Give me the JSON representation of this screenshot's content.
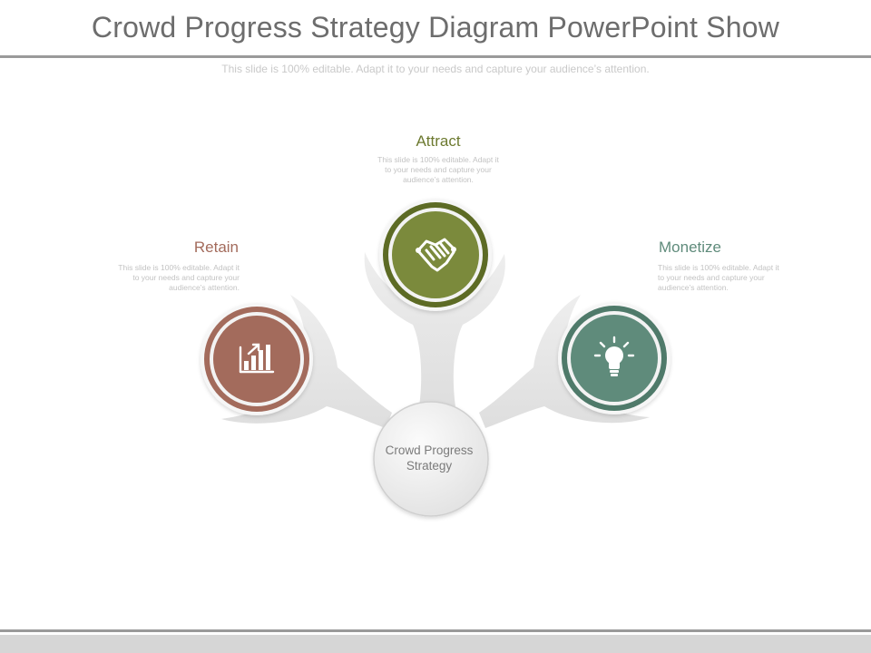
{
  "slide": {
    "title": "Crowd Progress Strategy Diagram PowerPoint Show",
    "subtitle": "This slide is 100% editable. Adapt it to your needs and capture your audience’s attention."
  },
  "center": {
    "label_line1": "Crowd Progress",
    "label_line2": "Strategy"
  },
  "items": [
    {
      "title": "Retain",
      "desc_lines": [
        "This slide is 100% editable. Adapt it",
        "to your needs and capture your",
        "audience’s attention."
      ],
      "color": "#a36b5c",
      "icon": "bar-chart-growth-icon"
    },
    {
      "title": "Attract",
      "desc_lines": [
        "This slide is 100% editable. Adapt it",
        "to your needs and capture your",
        "audience’s attention."
      ],
      "color": "#7b8a3c",
      "icon": "handshake-icon"
    },
    {
      "title": "Monetize",
      "desc_lines": [
        "This slide is 100% editable. Adapt it",
        "to your needs and capture your",
        "audience’s attention."
      ],
      "color": "#5f8b7b",
      "icon": "lightbulb-icon"
    }
  ],
  "colors": {
    "title_text": "#6d6d6d",
    "rule": "#9a9a9a",
    "arm_fill": "#e4e4e4",
    "retain": "#a36b5c",
    "attract": "#7b8a3c",
    "monetize": "#5f8b7b"
  }
}
